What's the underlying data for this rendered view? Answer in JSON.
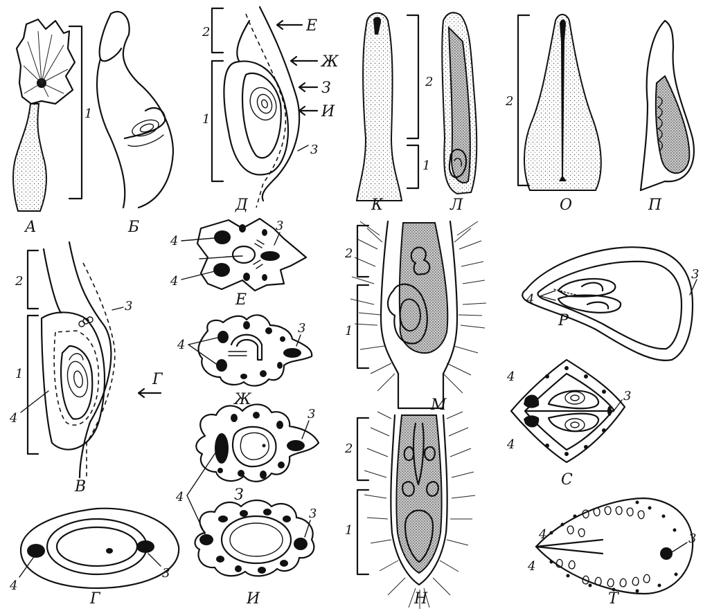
{
  "figure": {
    "panel_labels": {
      "A": "А",
      "B": "Б",
      "V": "В",
      "G": "Г",
      "D": "Д",
      "E": "Е",
      "Zh": "Ж",
      "Z": "З",
      "I": "И",
      "K": "К",
      "L": "Л",
      "M": "М",
      "N": "Н",
      "O": "О",
      "P": "П",
      "R": "Р",
      "S": "С",
      "T": "Т"
    },
    "section_arrows": {
      "E": "Е",
      "Zh": "Ж",
      "Z": "З",
      "I": "И",
      "G": "Г"
    },
    "part_numbers": {
      "one": "1",
      "two": "2",
      "three": "3",
      "four": "4"
    }
  }
}
